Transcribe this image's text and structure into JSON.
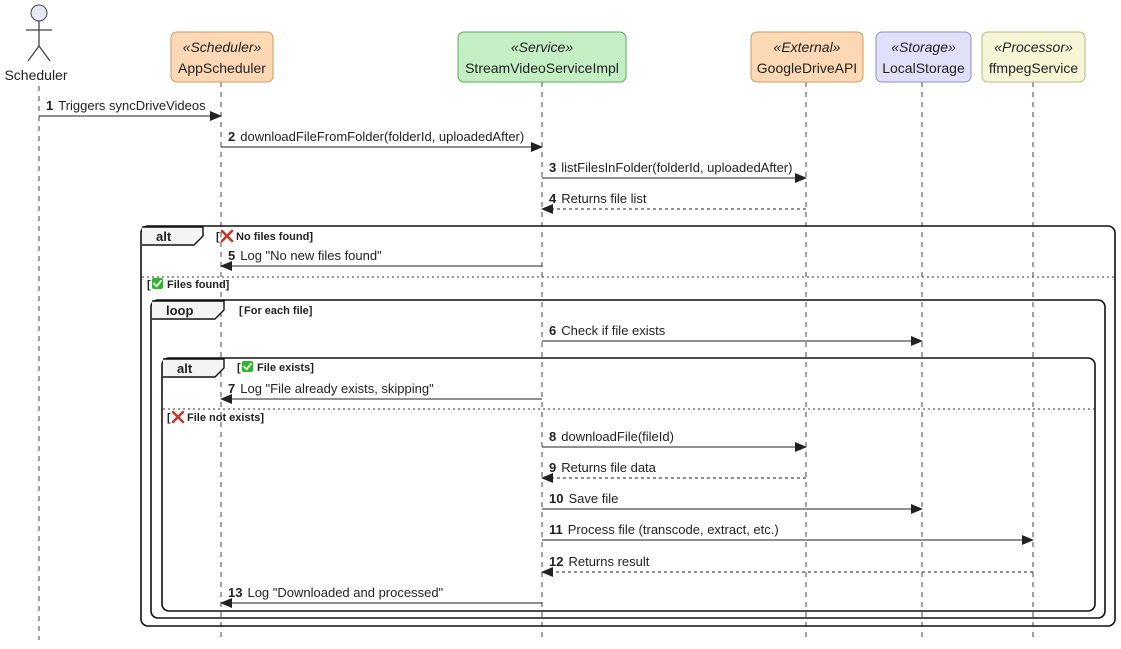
{
  "actor": {
    "name": "Scheduler"
  },
  "participants": [
    {
      "key": "app",
      "stereotype": "«Scheduler»",
      "name": "AppScheduler",
      "fill": "#FCD9B4",
      "stroke": "#C89B66"
    },
    {
      "key": "svc",
      "stereotype": "«Service»",
      "name": "StreamVideoServiceImpl",
      "fill": "#C4EFC4",
      "stroke": "#5FA95F"
    },
    {
      "key": "gd",
      "stereotype": "«External»",
      "name": "GoogleDriveAPI",
      "fill": "#FCD9B4",
      "stroke": "#C89B66"
    },
    {
      "key": "ls",
      "stereotype": "«Storage»",
      "name": "LocalStorage",
      "fill": "#E0E0F8",
      "stroke": "#8E8EC0"
    },
    {
      "key": "ff",
      "stereotype": "«Processor»",
      "name": "ffmpegService",
      "fill": "#F6F6D6",
      "stroke": "#B8B88A"
    }
  ],
  "messages": [
    {
      "num": "1",
      "text": "Triggers syncDriveVideos",
      "from": "actor",
      "to": "app",
      "style": "solid"
    },
    {
      "num": "2",
      "text": "downloadFileFromFolder(folderId, uploadedAfter)",
      "from": "app",
      "to": "svc",
      "style": "solid"
    },
    {
      "num": "3",
      "text": "listFilesInFolder(folderId, uploadedAfter)",
      "from": "svc",
      "to": "gd",
      "style": "solid"
    },
    {
      "num": "4",
      "text": "Returns file list",
      "from": "gd",
      "to": "svc",
      "style": "dashed"
    },
    {
      "num": "5",
      "text": "Log \"No new files found\"",
      "from": "svc",
      "to": "app",
      "style": "solid"
    },
    {
      "num": "6",
      "text": "Check if file exists",
      "from": "svc",
      "to": "ls",
      "style": "solid"
    },
    {
      "num": "7",
      "text": "Log \"File already exists, skipping\"",
      "from": "svc",
      "to": "app",
      "style": "solid"
    },
    {
      "num": "8",
      "text": "downloadFile(fileId)",
      "from": "svc",
      "to": "gd",
      "style": "solid"
    },
    {
      "num": "9",
      "text": "Returns file data",
      "from": "gd",
      "to": "svc",
      "style": "dashed"
    },
    {
      "num": "10",
      "text": "Save file",
      "from": "svc",
      "to": "ls",
      "style": "solid"
    },
    {
      "num": "11",
      "text": "Process file (transcode, extract, etc.)",
      "from": "svc",
      "to": "ff",
      "style": "solid"
    },
    {
      "num": "12",
      "text": "Returns result",
      "from": "ff",
      "to": "svc",
      "style": "dashed"
    },
    {
      "num": "13",
      "text": "Log \"Downloaded and processed\"",
      "from": "svc",
      "to": "app",
      "style": "solid"
    }
  ],
  "fragments": [
    {
      "key": "alt-outer",
      "keyword": "alt",
      "guard": "No files found",
      "guard_icon": "cross-icon",
      "else_guard": "Files found",
      "else_icon": "check-icon"
    },
    {
      "key": "loop",
      "keyword": "loop",
      "guard": "For each file"
    },
    {
      "key": "alt-inner",
      "keyword": "alt",
      "guard": "File exists",
      "guard_icon": "check-icon",
      "else_guard": "File not exists",
      "else_icon": "cross-icon"
    }
  ],
  "colors": {
    "check_icon": "#2DB52D",
    "cross_icon": "#C0392B"
  }
}
